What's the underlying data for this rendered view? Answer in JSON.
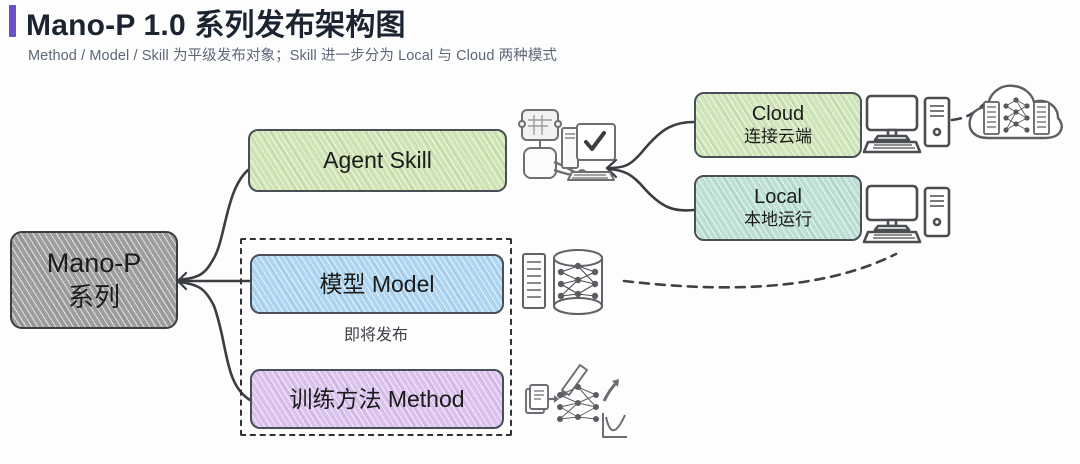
{
  "header": {
    "title": "Mano-P 1.0 系列发布架构图",
    "subtitle": "Method / Model / Skill 为平级发布对象；Skill 进一步分为 Local 与 Cloud 两种模式",
    "accent_color": "#6b4fc4",
    "title_color": "#1b2430",
    "subtitle_color": "#5c6778"
  },
  "diagram": {
    "type": "architecture-mindmap",
    "background": "#fdfdfd",
    "root": {
      "name": "root-node",
      "line1": "Mano-P",
      "line2": "系列",
      "fill": "#9e9e9e",
      "stroke": "#3a3d42"
    },
    "branches": [
      {
        "name": "agent-skill",
        "label": "Agent Skill",
        "fill": "#cfe5b4",
        "stroke": "#4a4f57"
      },
      {
        "name": "model",
        "label": "模型 Model",
        "fill": "#aed6f2",
        "stroke": "#4a4f57"
      },
      {
        "name": "method",
        "label": "训练方法 Method",
        "fill": "#dcc2ee",
        "stroke": "#4a4f57"
      }
    ],
    "group": {
      "name": "upcoming-release-group",
      "label": "即将发布",
      "border_style": "dashed",
      "border_color": "#2f3339",
      "members": [
        "模型 Model",
        "训练方法 Method"
      ]
    },
    "skill_modes": [
      {
        "name": "cloud-mode",
        "line1": "Cloud",
        "line2": "连接云端",
        "fill": "#cfe6b9",
        "stroke": "#4a4f57"
      },
      {
        "name": "local-mode",
        "line1": "Local",
        "line2": "本地运行",
        "fill": "#bce0d4",
        "stroke": "#4a4f57"
      }
    ],
    "illustrations": [
      {
        "name": "robot-at-computer-icon",
        "description": "robot operating a desktop computer showing a checkmark"
      },
      {
        "name": "server-database-neuralnet-icon",
        "description": "server rack beside a database cylinder containing a neural network"
      },
      {
        "name": "model-training-icon",
        "description": "document feeding a neural network producing an arrow and a loss curve"
      },
      {
        "name": "desktop-computer-cloud-icon",
        "description": "monitor, keyboard and tower for the cloud branch"
      },
      {
        "name": "desktop-computer-local-icon",
        "description": "monitor, keyboard and tower for the local branch"
      },
      {
        "name": "cloud-servers-neuralnet-icon",
        "description": "cloud outline containing two server racks and a neural network"
      }
    ],
    "connectors": [
      {
        "name": "connector-root-to-skill",
        "style": "solid-curve"
      },
      {
        "name": "connector-root-to-model",
        "style": "solid-straight"
      },
      {
        "name": "connector-root-to-method",
        "style": "solid-curve"
      },
      {
        "name": "connector-skill-to-cloud",
        "style": "solid-curve"
      },
      {
        "name": "connector-skill-to-local",
        "style": "solid-curve"
      },
      {
        "name": "connector-model-to-local-pc",
        "style": "dashed-curve"
      },
      {
        "name": "connector-cloud-pc-to-cloud-servers",
        "style": "dashed-curve"
      }
    ]
  }
}
